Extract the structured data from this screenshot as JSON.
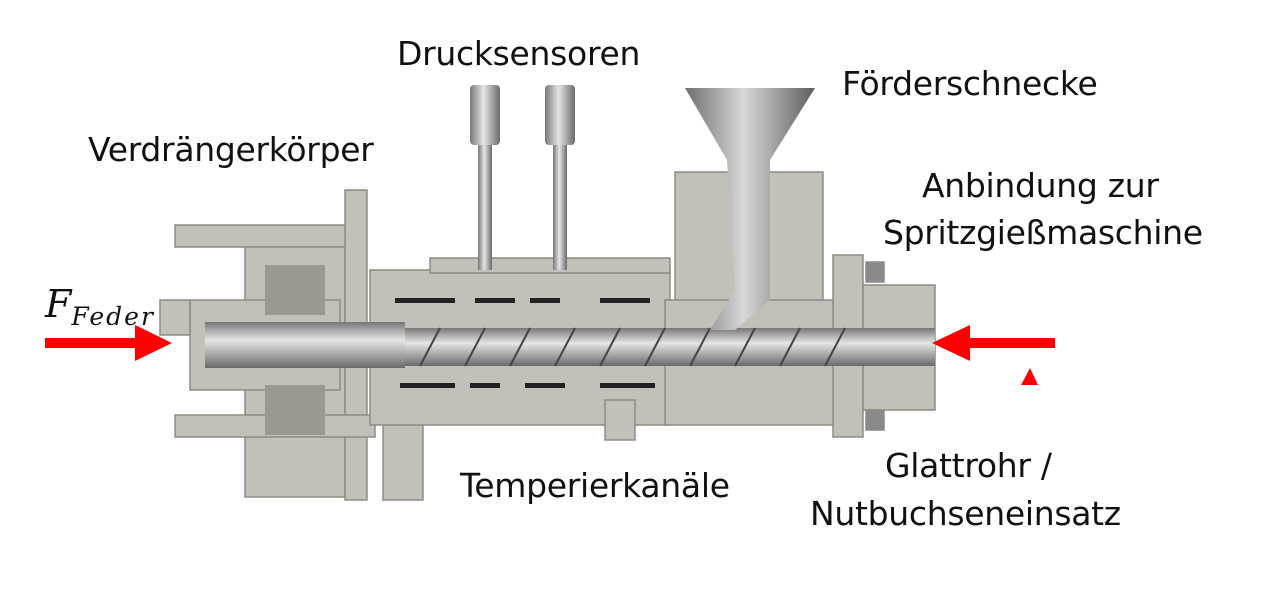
{
  "labels": {
    "pressure_sensors": "Drucksensoren",
    "feed_screw": "Förderschnecke",
    "displacer": "Verdrängerkörper",
    "connection_line1": "Anbindung zur",
    "connection_line2": "Spritzgießmaschine",
    "temper_channels": "Temperierkanäle",
    "tube_line1": "Glattrohr /",
    "tube_line2": "Nutbuchseneinsatz"
  },
  "force": {
    "symbol": "F",
    "subscript": "Feder"
  },
  "colors": {
    "arrow": "#ff0000",
    "metal": "#c2c0b8",
    "metal_dark": "#8d8b84",
    "screw": "#a9a9a9"
  }
}
